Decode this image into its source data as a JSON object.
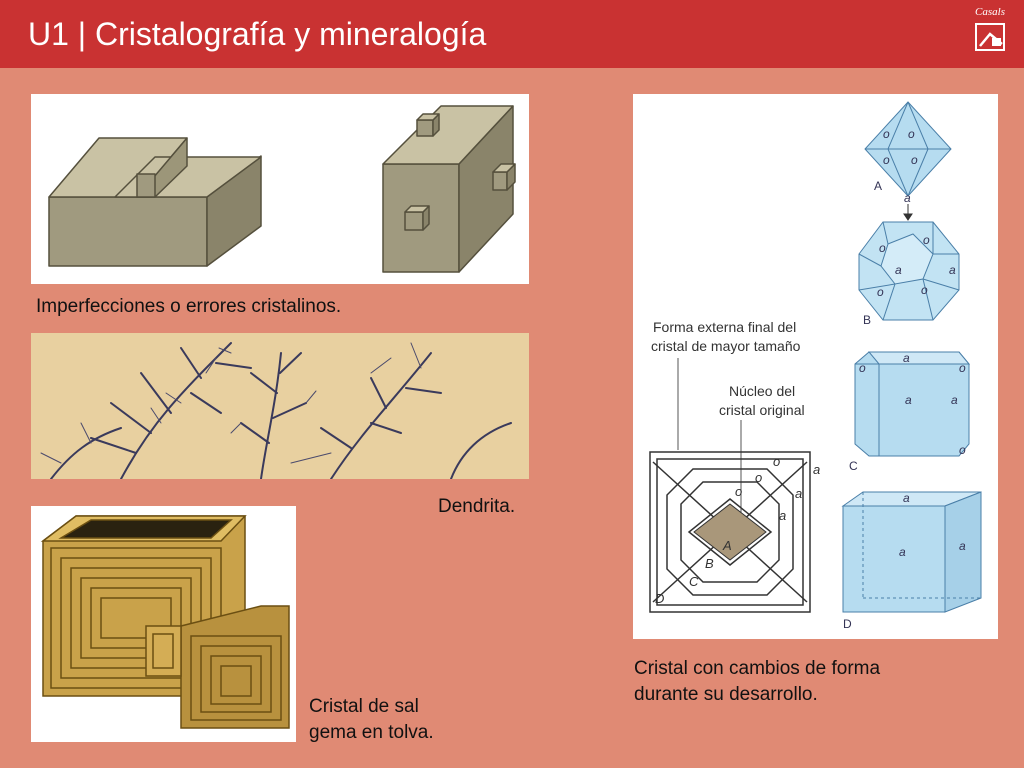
{
  "header": {
    "title": "U1 | Cristalografía y mineralogía",
    "logo_text": "Casals",
    "background": "#c93232"
  },
  "page": {
    "background": "#e08a74"
  },
  "figures": {
    "imperfections": {
      "caption": "Imperfecciones o errores cristalinos."
    },
    "dendrite": {
      "caption": "Dendrita."
    },
    "salt_crystal": {
      "caption_line1": "Cristal de sal",
      "caption_line2": "gema en tolva."
    },
    "crystal_growth": {
      "caption_line1": "Cristal con cambios de forma",
      "caption_line2": "durante su desarrollo.",
      "label_external_1": "Forma externa final del",
      "label_external_2": "cristal de mayor tamaño",
      "label_nucleus_1": "Núcleo del",
      "label_nucleus_2": "cristal original",
      "stage_A": "A",
      "stage_B": "B",
      "stage_C": "C",
      "stage_D": "D",
      "face_o": "o",
      "face_a": "a"
    }
  }
}
